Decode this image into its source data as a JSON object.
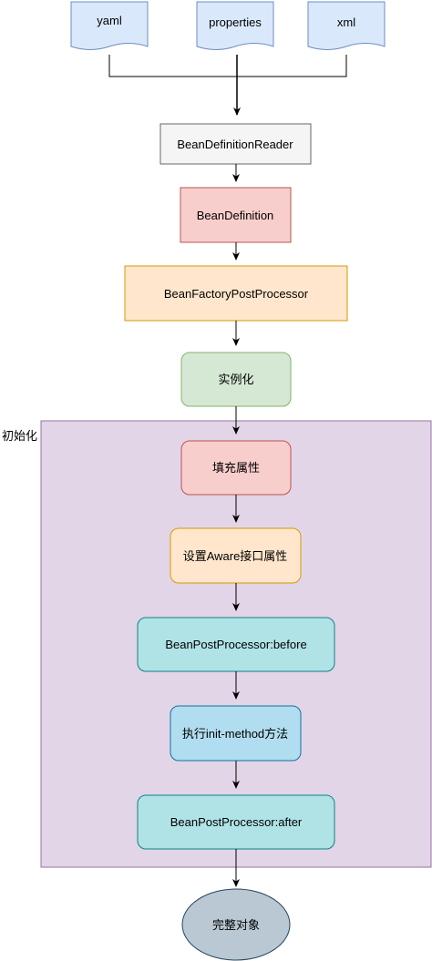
{
  "diagram": {
    "sources": [
      {
        "id": "yaml",
        "label": "yaml"
      },
      {
        "id": "properties",
        "label": "properties"
      },
      {
        "id": "xml",
        "label": "xml"
      }
    ],
    "reader": {
      "label": "BeanDefinitionReader"
    },
    "bean_definition": {
      "label": "BeanDefinition"
    },
    "factory_post_processor": {
      "label": "BeanFactoryPostProcessor"
    },
    "instantiate": {
      "label": "实例化"
    },
    "init_group": {
      "label": "初始化",
      "steps": [
        {
          "id": "populate",
          "label": "填充属性"
        },
        {
          "id": "aware",
          "label": "设置Aware接口属性"
        },
        {
          "id": "bpp-before",
          "label": "BeanPostProcessor:before"
        },
        {
          "id": "init-method",
          "label": "执行init-method方法"
        },
        {
          "id": "bpp-after",
          "label": "BeanPostProcessor:after"
        }
      ]
    },
    "result": {
      "label": "完整对象"
    },
    "colors": {
      "source_fill": "#dae8fc",
      "source_stroke": "#6c8ebf",
      "reader_fill": "#f5f5f5",
      "reader_stroke": "#666666",
      "red_fill": "#f8cecc",
      "red_stroke": "#b85450",
      "orange_fill": "#ffe6cc",
      "orange_stroke": "#d79b00",
      "green_fill": "#d5e8d4",
      "green_stroke": "#82b366",
      "group_fill": "#e1d5e7",
      "group_stroke": "#9673a6",
      "teal_fill": "#b0e3e6",
      "teal_stroke": "#0e8088",
      "blue_fill": "#b1ddf0",
      "blue_stroke": "#10739e",
      "result_fill": "#bac8d3",
      "result_stroke": "#23445d"
    }
  }
}
